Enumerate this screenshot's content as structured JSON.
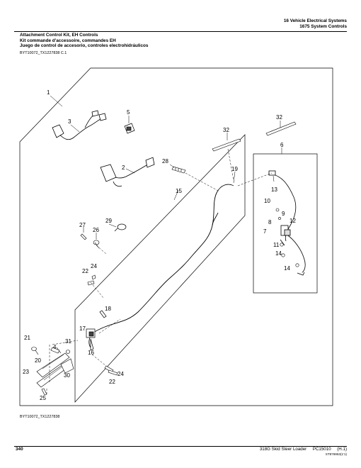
{
  "header": {
    "section": "16 Vehicle Electrical Systems",
    "group": "1675 System Controls"
  },
  "titles": [
    "Attachment Control Kit, EH Controls",
    "Kit commande d'accessoire, commandes EH",
    "Juego de control de accesorio, controles electrohidráulicos"
  ],
  "figure_id_top": "BYT10072_TX1227838 C.1",
  "figure_id_bottom": "BYT10072_TX1227838",
  "callouts": {
    "c1": "1",
    "c2": "2",
    "c3": "3",
    "c4": "4",
    "c5": "5",
    "c6": "6",
    "c7": "7",
    "c8": "8",
    "c9": "9",
    "c10": "10",
    "c11": "11",
    "c12": "12",
    "c13": "13",
    "c14a": "14",
    "c14b": "14",
    "c15": "15",
    "c16": "16",
    "c17": "17",
    "c18": "18",
    "c19": "19",
    "c20": "20",
    "c21": "21",
    "c22a": "22",
    "c22b": "22",
    "c23": "23",
    "c24a": "24",
    "c24b": "24",
    "c25": "25",
    "c26": "26",
    "c27": "27",
    "c28": "28",
    "c29": "29",
    "c30": "30",
    "c31": "31",
    "c32a": "32",
    "c32b": "32"
  },
  "footer": {
    "page": "340",
    "model": "318G Skid Steer Loader",
    "pc": "PC15010",
    "rev": "(H.1)",
    "code": "ST876953(1'1)"
  }
}
